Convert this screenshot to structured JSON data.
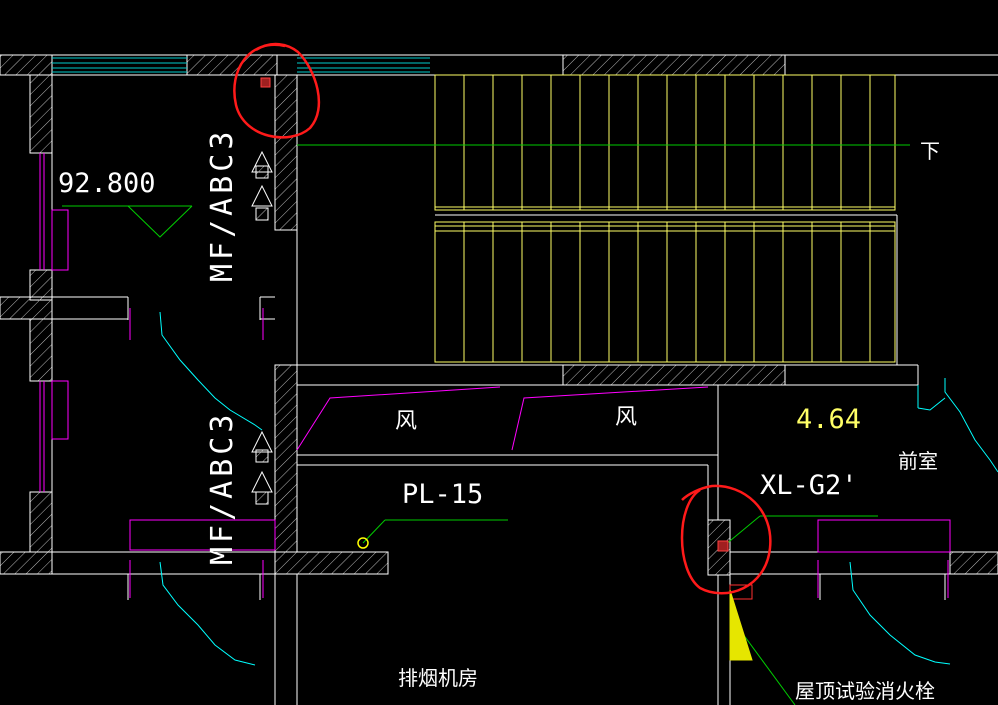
{
  "labels": {
    "elevation_1": "92.800",
    "elevation_2": "4.64",
    "extinguisher_upper": "MF/ABC3",
    "extinguisher_lower": "MF/ABC3",
    "pipe_pl": "PL-15",
    "pipe_xl": "XL-G2'",
    "down_arrow": "下",
    "wind_1": "风",
    "wind_2": "风",
    "anteroom": "前室",
    "smoke_room": "排烟机房",
    "roof_hydrant": "屋顶试验消火栓"
  },
  "colors": {
    "background": "#000000",
    "wall": "#ffffff",
    "stair": "#ffff66",
    "guide_line": "#00cc00",
    "door": "#00ffff",
    "window": "#00cccc",
    "magenta": "#ff00ff",
    "markup": "#ff0000",
    "hydrant": "#e6e600"
  }
}
